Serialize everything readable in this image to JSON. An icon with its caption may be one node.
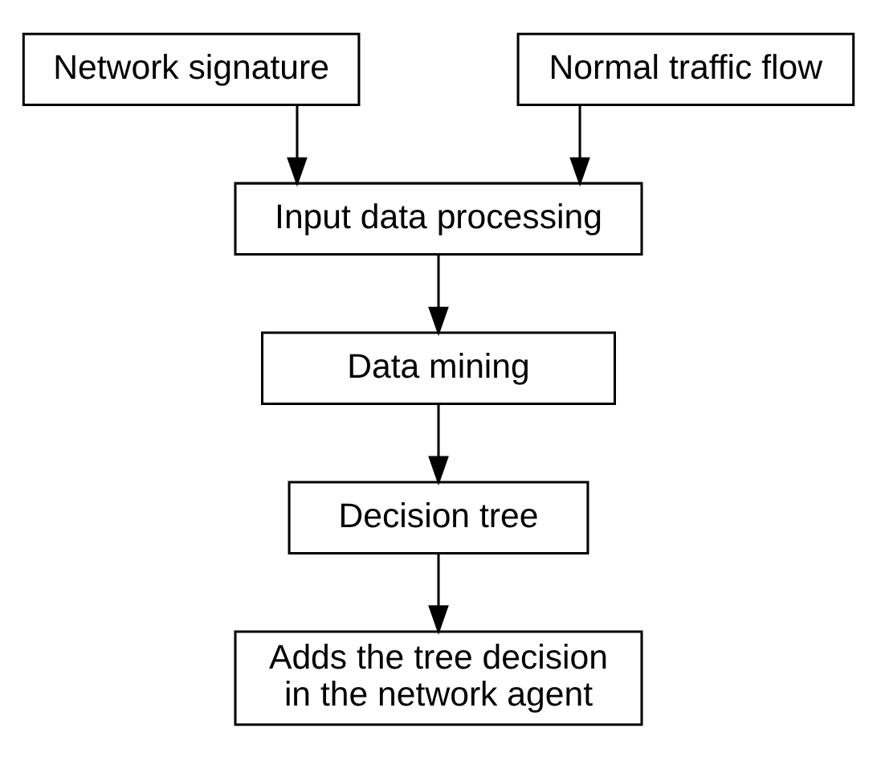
{
  "diagram": {
    "nodes": [
      {
        "text": [
          "Network signature"
        ]
      },
      {
        "text": [
          "Normal traffic flow"
        ]
      },
      {
        "text": [
          "Input data processing"
        ]
      },
      {
        "text": [
          "Data mining"
        ]
      },
      {
        "text": [
          "Decision tree"
        ]
      },
      {
        "text": [
          "Adds the tree decision in the network agent"
        ]
      }
    ],
    "edges": [
      {
        "from": 0,
        "to": 2,
        "arrow": "to"
      },
      {
        "from": 1,
        "to": 2,
        "arrow": "to"
      },
      {
        "from": 2,
        "to": 3,
        "arrow": "to"
      },
      {
        "from": 3,
        "to": 4,
        "arrow": "to"
      },
      {
        "from": 4,
        "to": 5,
        "arrow": "to"
      }
    ]
  }
}
